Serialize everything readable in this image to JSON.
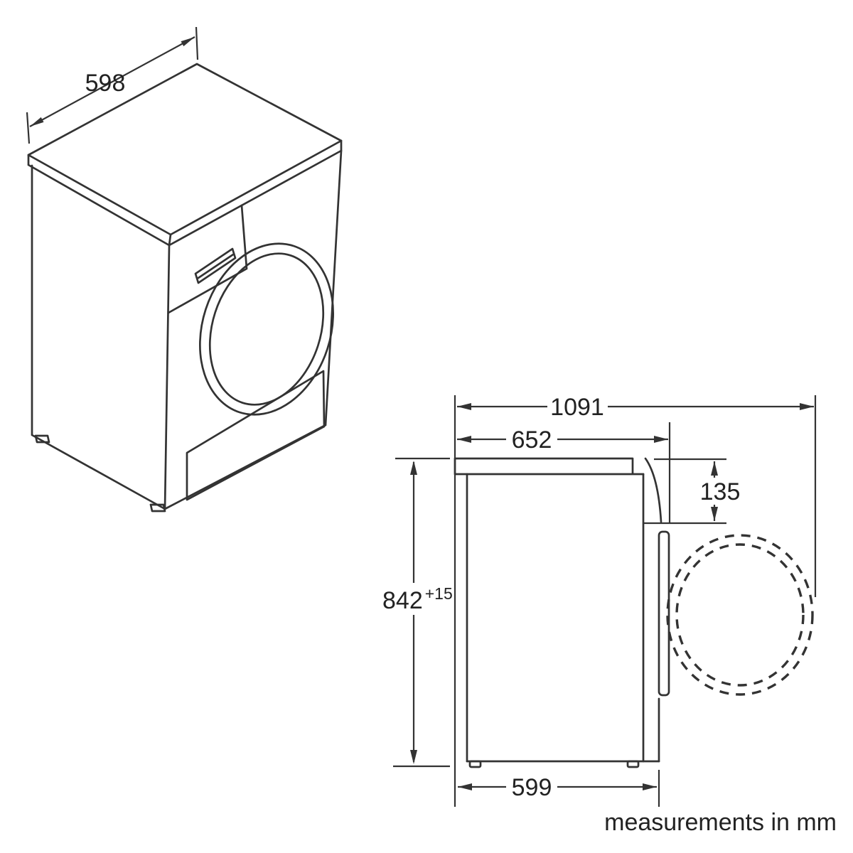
{
  "title": "appliance dimension diagram",
  "note": "measurements in mm",
  "dimensions": {
    "width": {
      "value": "598"
    },
    "depth_door_open": {
      "value": "1091"
    },
    "depth_over_door": {
      "value": "652"
    },
    "door_projection": {
      "value": "135"
    },
    "height": {
      "value": "842",
      "tolerance": "+15"
    },
    "depth_body": {
      "value": "599"
    }
  },
  "colors": {
    "background": "#ffffff",
    "line": "#333333",
    "text": "#222222"
  }
}
